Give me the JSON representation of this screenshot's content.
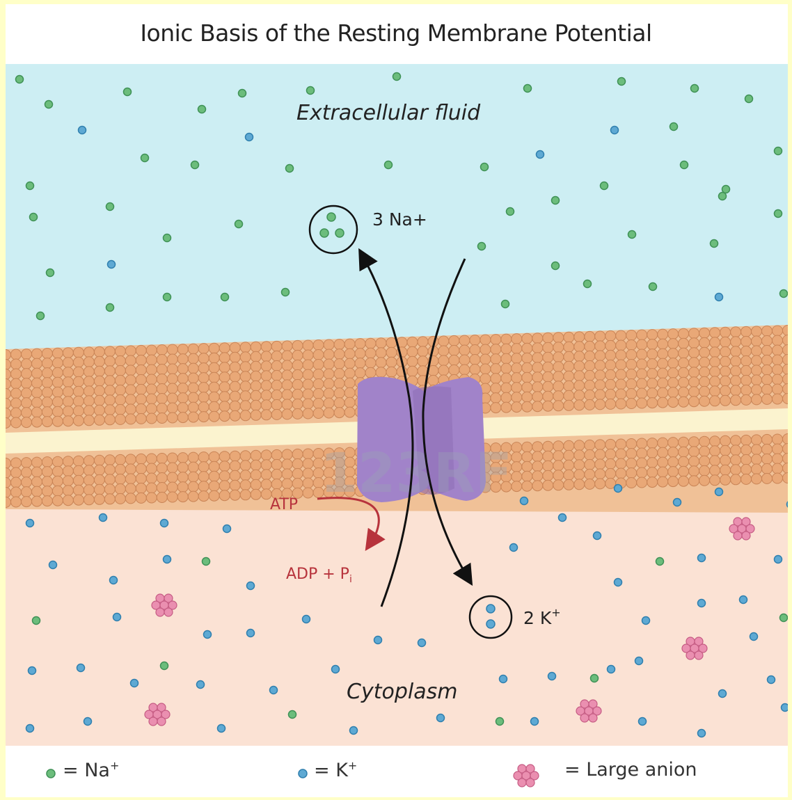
{
  "title": "Ionic Basis of the Resting Membrane Potential",
  "regions": {
    "extracellular": "Extracellular fluid",
    "cytoplasm": "Cytoplasm"
  },
  "pump": {
    "sodium_label": "3 Na+",
    "potassium_label": "2 K",
    "potassium_superscript": "+",
    "atp_label": "ATP",
    "adp_label": "ADP + P",
    "adp_subscript": "i"
  },
  "watermark": "123RF",
  "legend": {
    "na": "= Na",
    "na_superscript": "+",
    "k": "= K",
    "k_superscript": "+",
    "anion": "= Large anion"
  },
  "colors": {
    "extracellular_bg": "#cdeef3",
    "cytoplasm_bg": "#fbe2d4",
    "membrane_head": "#e9a877",
    "membrane_tail": "#fbf3cf",
    "pump_protein": "#a183c9",
    "na_ion": "#6cbd7c",
    "k_ion": "#5ea9d3",
    "large_anion": "#ea8fb0",
    "atp_arrow": "#b7333c"
  }
}
